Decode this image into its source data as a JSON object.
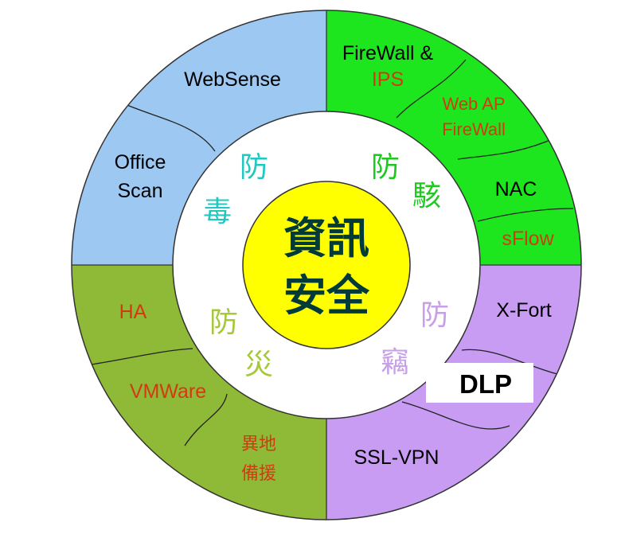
{
  "colors": {
    "blue": "#9cc8f2",
    "green": "#1ee61e",
    "purple": "#c79cf2",
    "olive": "#8fba37",
    "center": "#ffff00",
    "ring_text_teal": "#20c8c0",
    "ring_text_green": "#1ec81e",
    "ring_text_purple": "#c7a0e8",
    "ring_text_olive": "#a6c83a",
    "label_red": "#d23a14",
    "center_text": "#003a3a"
  },
  "center": {
    "line1": "資訊",
    "line2": "安全"
  },
  "inner_ring": {
    "antivirus": {
      "c1": "防",
      "c2": "毒"
    },
    "anti_hack": {
      "c1": "防",
      "c2": "駭"
    },
    "anti_disaster": {
      "c1": "防",
      "c2": "災"
    },
    "anti_theft": {
      "c1": "防",
      "c2": "竊"
    }
  },
  "quadrants": {
    "top_left": {
      "items": [
        "WebSense",
        "Office",
        "Scan"
      ]
    },
    "top_right": {
      "firewall_line1": "FireWall &",
      "firewall_line2": "IPS",
      "webap_line1": "Web AP",
      "webap_line2": "FireWall",
      "nac": "NAC",
      "sflow": "sFlow"
    },
    "bottom_right": {
      "xfort": "X-Fort",
      "dlp": "DLP",
      "sslvpn": "SSL-VPN"
    },
    "bottom_left": {
      "ha": "HA",
      "vmware": "VMWare",
      "backup_line1": "異地",
      "backup_line2": "備援"
    }
  }
}
